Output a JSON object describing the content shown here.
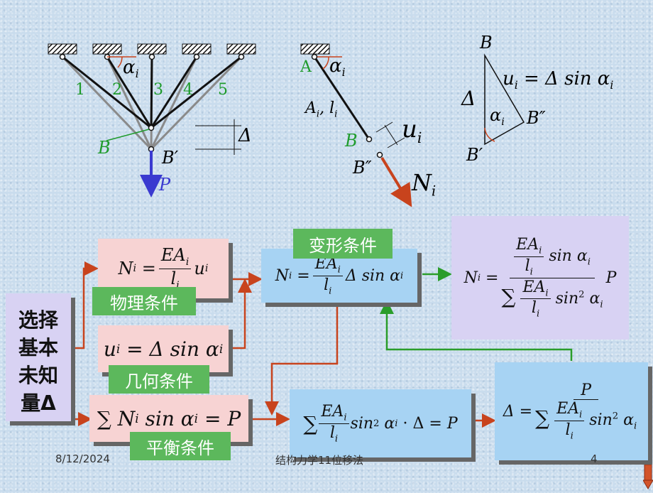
{
  "diagram1": {
    "members": [
      "1",
      "2",
      "3",
      "4",
      "5"
    ],
    "angle": "α",
    "angle_sub": "i",
    "point_B": "B",
    "point_B1": "B′",
    "load": "P"
  },
  "diagram2": {
    "point_A": "A",
    "angle": "α",
    "angle_sub": "i",
    "member_A": "A",
    "member_sub": "i",
    "member_l": "l",
    "point_B": "B",
    "point_B2": "B″",
    "disp_u": "u",
    "disp_sub": "i",
    "force_N": "N",
    "force_sub": "i"
  },
  "diagram3": {
    "point_B": "B",
    "point_B2": "B″",
    "point_B1": "B′",
    "delta": "Δ",
    "angle": "α",
    "angle_sub": "i",
    "eq_lhs": "u",
    "eq_sub": "i",
    "eq_rhs": "= Δ sin α"
  },
  "choose_label": [
    "选择",
    "基本",
    "未知",
    "量Δ"
  ],
  "labels": {
    "physical": "物理条件",
    "geometric": "几何条件",
    "equilibrium": "平衡条件",
    "deformation": "变形条件"
  },
  "eq": {
    "N": "N",
    "i": "i",
    "EA": "EA",
    "l": "l",
    "u": "u",
    "delta_sin": "Δ sin α",
    "sin_alpha": "sin α",
    "sum": "∑",
    "P": "P",
    "equals": "=",
    "sin2": "sin",
    "two": "2",
    "dot_delta": "· Δ",
    "alpha": "α",
    "Delta": "Δ"
  },
  "footer": {
    "date": "8/12/2024",
    "title": "结构力学11位移法",
    "page": "4"
  },
  "colors": {
    "arrow_orange": "#c8431d",
    "arrow_green": "#2a9d2a",
    "load_blue": "#3a3ad0",
    "green_text": "#1f9b2c"
  }
}
